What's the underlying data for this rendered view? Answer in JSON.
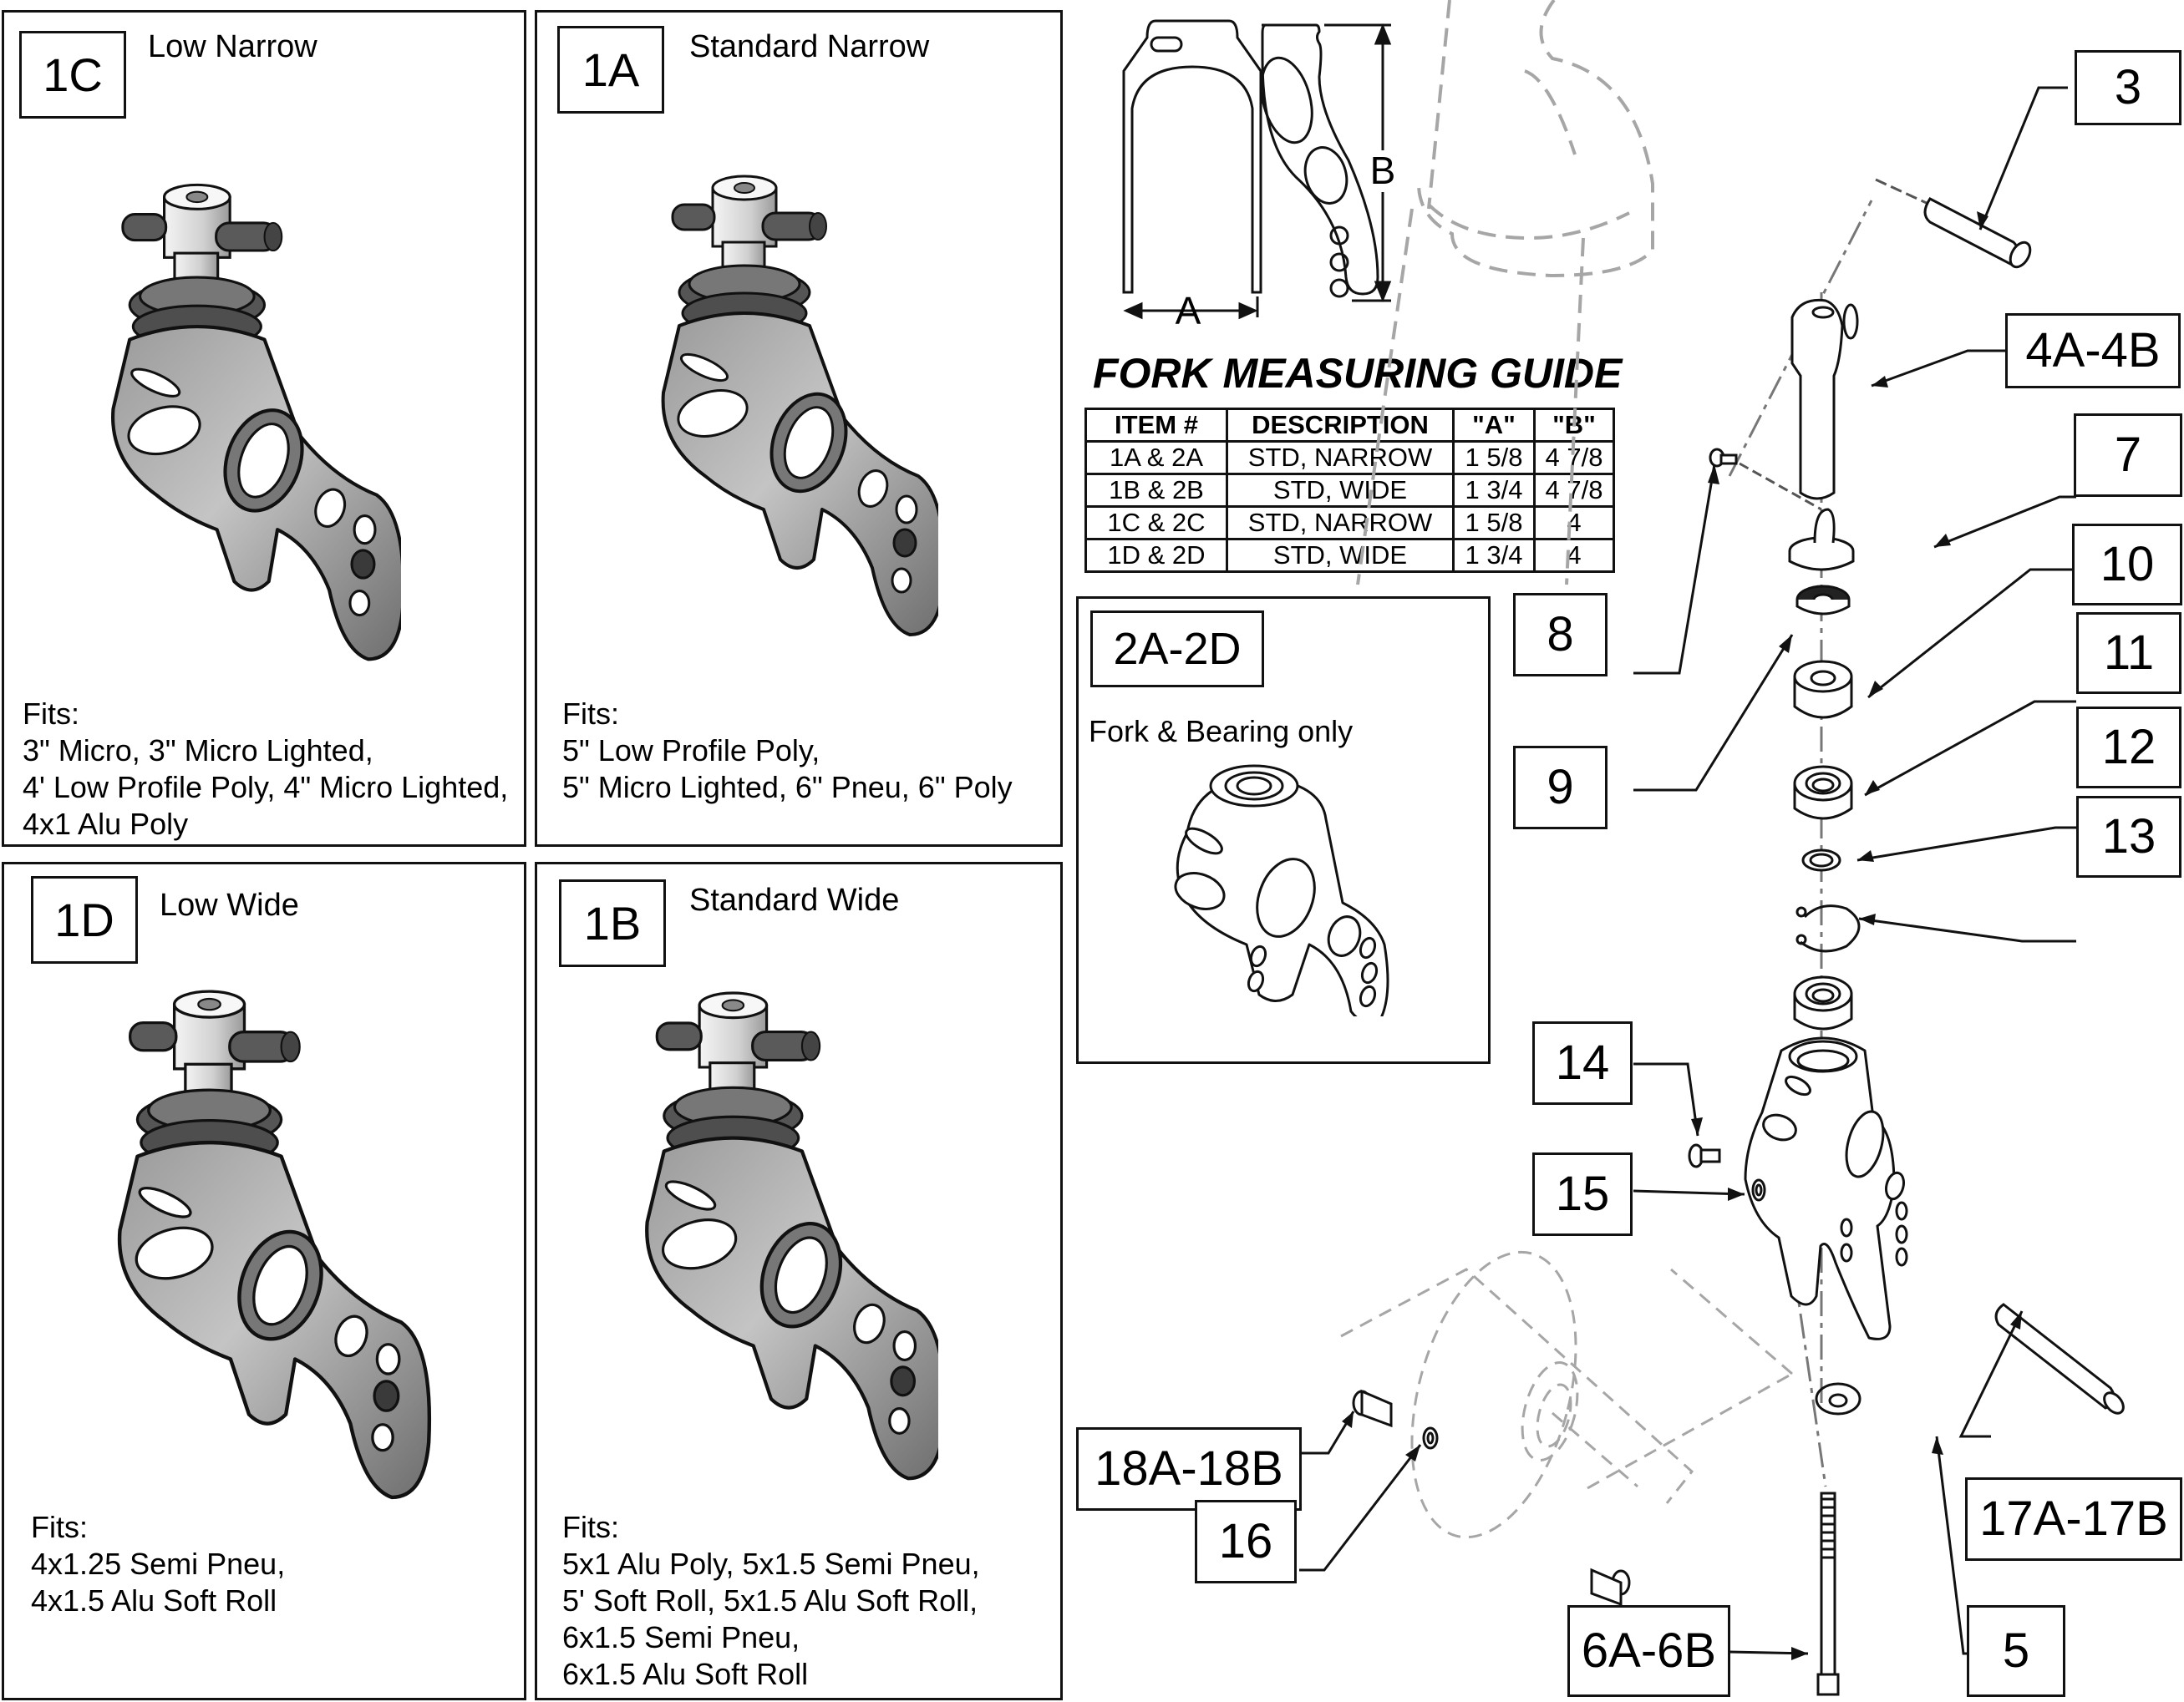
{
  "panels": [
    {
      "id": "1C",
      "title": "Low Narrow",
      "fits_label": "Fits:",
      "fits_lines": [
        "3\" Micro, 3\" Micro Lighted,",
        "4' Low Profile Poly, 4\" Micro Lighted,",
        "4x1 Alu Poly"
      ]
    },
    {
      "id": "1A",
      "title": "Standard Narrow",
      "fits_label": "Fits:",
      "fits_lines": [
        "5\" Low Profile Poly,",
        "5\" Micro Lighted, 6\" Pneu, 6\" Poly"
      ]
    },
    {
      "id": "1D",
      "title": "Low Wide",
      "fits_label": "Fits:",
      "fits_lines": [
        "4x1.25 Semi Pneu,",
        "4x1.5 Alu Soft Roll"
      ]
    },
    {
      "id": "1B",
      "title": "Standard Wide",
      "fits_label": "Fits:",
      "fits_lines": [
        "5x1 Alu Poly, 5x1.5 Semi Pneu,",
        "5' Soft Roll, 5x1.5 Alu Soft Roll,",
        "6x1.5 Semi Pneu,",
        "6x1.5 Alu Soft Roll"
      ]
    }
  ],
  "fork_bearing_panel": {
    "id": "2A-2D",
    "caption": "Fork & Bearing only"
  },
  "measuring_guide": {
    "dimension_a": "A",
    "dimension_b": "B",
    "title": "FORK MEASURING GUIDE",
    "headers": [
      "ITEM #",
      "DESCRIPTION",
      "\"A\"",
      "\"B\""
    ],
    "rows": [
      [
        "1A & 2A",
        "STD, NARROW",
        "1 5/8",
        "4 7/8"
      ],
      [
        "1B & 2B",
        "STD, WIDE",
        "1 3/4",
        "4 7/8"
      ],
      [
        "1C & 2C",
        "STD, NARROW",
        "1 5/8",
        "4"
      ],
      [
        "1D & 2D",
        "STD, WIDE",
        "1 3/4",
        "4"
      ]
    ]
  },
  "callouts": {
    "c3": "3",
    "c4": "4A-4B",
    "c7": "7",
    "c8": "8",
    "c9": "9",
    "c10": "10",
    "c11": "11",
    "c12": "12",
    "c13": "13",
    "c14": "14",
    "c15": "15",
    "c16": "16",
    "c17": "17A-17B",
    "c18": "18A-18B",
    "c6": "6A-6B",
    "c5": "5"
  },
  "colors": {
    "line": "#111111",
    "phantom": "#a6a6a6",
    "part_fill": "#8a8a8a",
    "part_light": "#d9d9d9"
  }
}
